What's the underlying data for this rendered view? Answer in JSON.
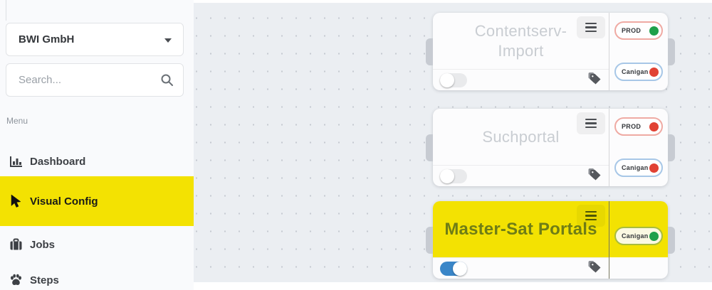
{
  "sidebar": {
    "org_selector": {
      "value": "BWI GmbH",
      "icon": "chevron-down-icon"
    },
    "search": {
      "placeholder": "Search...",
      "icon": "search-icon"
    },
    "menu_label": "Menu",
    "items": [
      {
        "label": "Dashboard",
        "icon": "bar-chart-icon",
        "active": false
      },
      {
        "label": "Visual Config",
        "icon": "cursor-icon",
        "active": true
      },
      {
        "label": "Jobs",
        "icon": "briefcase-icon",
        "active": false
      },
      {
        "label": "Steps",
        "icon": "paw-icon",
        "active": false
      }
    ]
  },
  "canvas": {
    "nodes": [
      {
        "title": "Contentserv-Import",
        "enabled": false,
        "highlighted": false,
        "icons": [
          "menu-icon",
          "tags-icon"
        ],
        "badges": [
          {
            "label": "PROD",
            "dot_color": "green",
            "border_color": "red"
          },
          {
            "label": "Canigan",
            "dot_color": "red",
            "border_color": "blue"
          }
        ]
      },
      {
        "title": "Suchportal",
        "enabled": false,
        "highlighted": false,
        "icons": [
          "menu-icon",
          "tags-icon"
        ],
        "badges": [
          {
            "label": "PROD",
            "dot_color": "red",
            "border_color": "red"
          },
          {
            "label": "Canigan",
            "dot_color": "red",
            "border_color": "blue"
          }
        ]
      },
      {
        "title": "Master-Sat Portals",
        "enabled": true,
        "highlighted": true,
        "icons": [
          "menu-icon",
          "tags-icon"
        ],
        "badges": [
          {
            "label": "Canigan",
            "dot_color": "green",
            "border_color": "green"
          }
        ]
      }
    ]
  },
  "colors": {
    "highlight_yellow": "#f3e202",
    "toggle_on_blue": "#3a86c8",
    "status_green": "#1fa04a",
    "status_red": "#e14234",
    "badge_border_red": "#efaaa3",
    "badge_border_blue": "#a7c7e7",
    "badge_border_green": "#a8bc3e",
    "canvas_background": "#ebeef2",
    "node_title_grey": "#c9cdd2",
    "highlighted_title_olive": "#6f7d16"
  }
}
